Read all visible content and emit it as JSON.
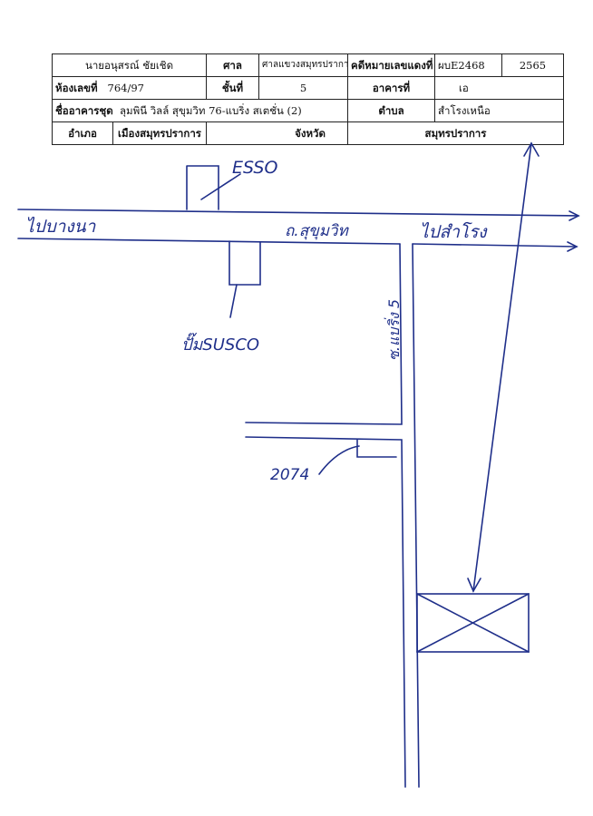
{
  "header": {
    "row1": {
      "owner_name": "นายอนุสรณ์ ชัยเชิด",
      "court_label": "ศาล",
      "court_value": "ศาลแขวงสมุทรปราการ",
      "case_label": "คดีหมายเลขแดงที่",
      "case_value": "ผบE2468",
      "year": "2565"
    },
    "row2": {
      "room_label": "ห้องเลขที่",
      "room_value": "764/97",
      "floor_label": "ชั้นที่",
      "floor_value": "5",
      "building_label": "อาคารที่",
      "building_value": "เอ"
    },
    "row3": {
      "condo_label": "ชื่ออาคารชุด",
      "condo_value": "ลุมพินี วิลล์ สุขุมวิท 76-แบริ่ง สเตชั่น (2)",
      "subdistrict_label": "ตำบล",
      "subdistrict_value": "สำโรงเหนือ"
    },
    "row4": {
      "district_label": "อำเภอ",
      "district_value": "เมืองสมุทรปราการ",
      "province_label": "จังหวัด",
      "province_value": "สมุทรปราการ"
    }
  },
  "map": {
    "esso": "ESSO",
    "left_direction": "ไปบางนา",
    "road_name": "ถ.สุขุมวิท",
    "right_direction": "ไปสำโรง",
    "soi_name": "ซ.แบริ่ง 5",
    "susco": "ปั๊มSUSCO",
    "junction_number": "2074"
  },
  "colors": {
    "ink": "#1f2f8a",
    "table_border": "#222222"
  }
}
